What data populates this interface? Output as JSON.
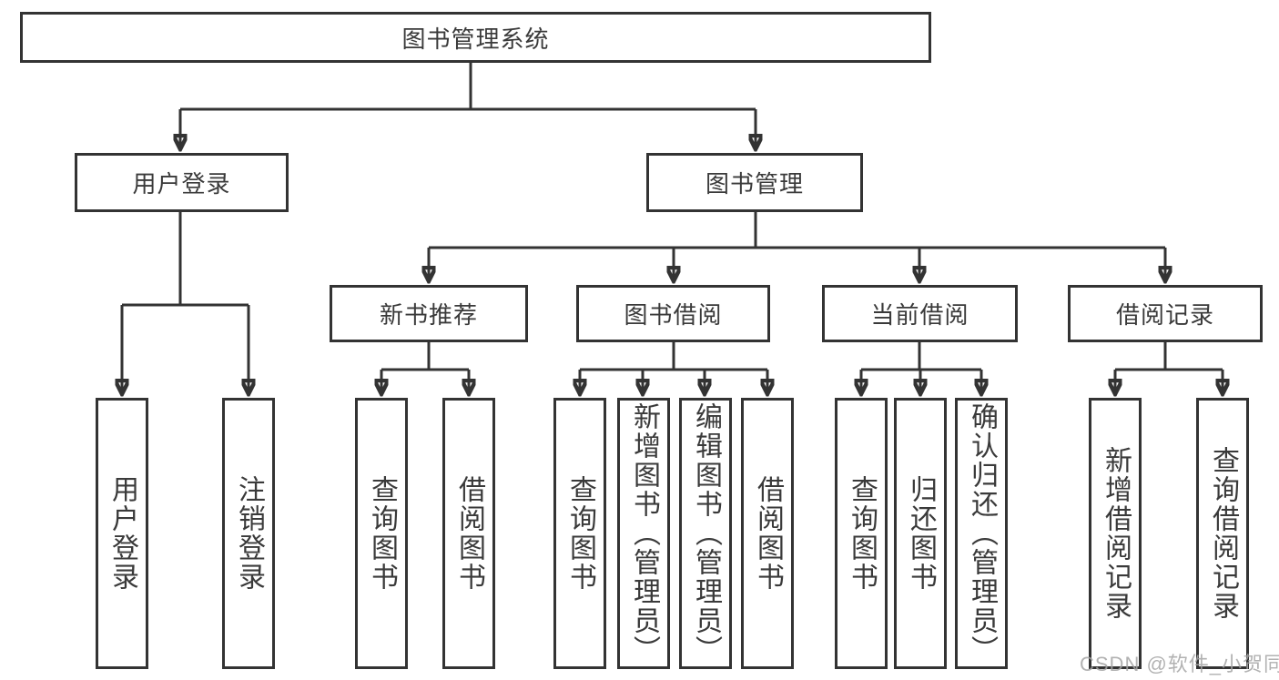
{
  "tree": {
    "root": {
      "label": "图书管理系统",
      "children": [
        {
          "label": "用户登录",
          "children": [
            {
              "label": "用户登录"
            },
            {
              "label": "注销登录"
            }
          ]
        },
        {
          "label": "图书管理",
          "children": [
            {
              "label": "新书推荐",
              "children": [
                {
                  "label": "查询图书"
                },
                {
                  "label": "借阅图书"
                }
              ]
            },
            {
              "label": "图书借阅",
              "children": [
                {
                  "label": "查询图书"
                },
                {
                  "label": "新增图书（管理员）"
                },
                {
                  "label": "编辑图书（管理员）"
                },
                {
                  "label": "借阅图书"
                }
              ]
            },
            {
              "label": "当前借阅",
              "children": [
                {
                  "label": "查询图书"
                },
                {
                  "label": "归还图书"
                },
                {
                  "label": "确认归还（管理员）"
                }
              ]
            },
            {
              "label": "借阅记录",
              "children": [
                {
                  "label": "新增借阅记录"
                },
                {
                  "label": "查询借阅记录"
                }
              ]
            }
          ]
        }
      ]
    }
  },
  "watermark": {
    "text": "CSDN @软件_小贺同学"
  },
  "colors": {
    "line": "#333333",
    "text": "#3a3a3a",
    "background": "#ffffff",
    "watermark": "#a5a5a5"
  }
}
